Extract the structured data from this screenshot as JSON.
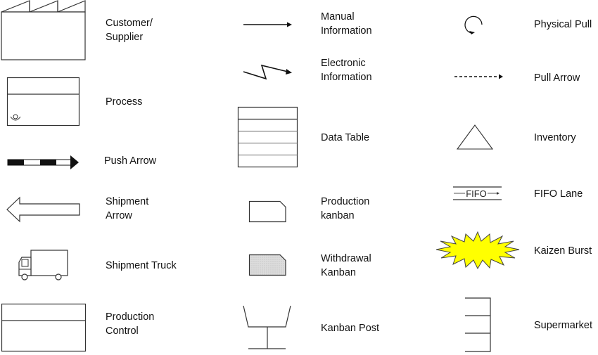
{
  "legend": {
    "column1": [
      {
        "id": "customer-supplier",
        "label": "Customer/\nSupplier"
      },
      {
        "id": "process",
        "label": "Process"
      },
      {
        "id": "push-arrow",
        "label": "Push Arrow"
      },
      {
        "id": "shipment-arrow",
        "label": "Shipment\nArrow"
      },
      {
        "id": "shipment-truck",
        "label": "Shipment Truck"
      },
      {
        "id": "production-control",
        "label": "Production\nControl"
      }
    ],
    "column2": [
      {
        "id": "manual-information",
        "label": "Manual\nInformation"
      },
      {
        "id": "electronic-information",
        "label": "Electronic\nInformation"
      },
      {
        "id": "data-table",
        "label": "Data Table"
      },
      {
        "id": "production-kanban",
        "label": "Production\nkanban"
      },
      {
        "id": "withdrawal-kanban",
        "label": "Withdrawal\nKanban"
      },
      {
        "id": "kanban-post",
        "label": "Kanban Post"
      }
    ],
    "column3": [
      {
        "id": "physical-pull",
        "label": "Physical Pull"
      },
      {
        "id": "pull-arrow",
        "label": "Pull Arrow"
      },
      {
        "id": "inventory",
        "label": "Inventory"
      },
      {
        "id": "fifo-lane",
        "label": "FIFO Lane",
        "icon_text": "FIFO"
      },
      {
        "id": "kaizen-burst",
        "label": "Kaizen Burst"
      },
      {
        "id": "supermarket",
        "label": "Supermarket"
      }
    ]
  },
  "colors": {
    "stroke": "#333333",
    "kaizen_fill": "#ffff00",
    "withdrawal_fill": "#d9d9d9"
  }
}
